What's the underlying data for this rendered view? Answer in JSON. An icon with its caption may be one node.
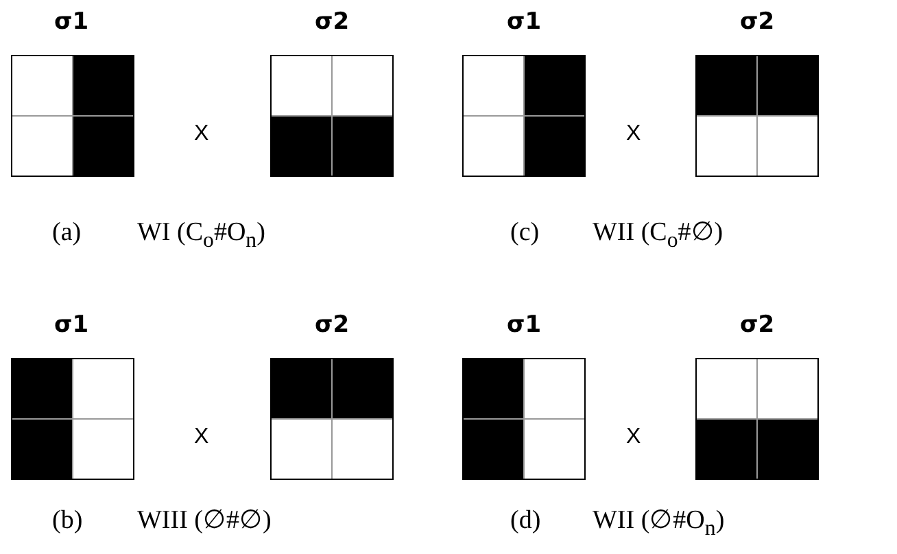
{
  "diagram": {
    "labels": [
      "σ1",
      "σ2",
      "σ1",
      "σ2",
      "X",
      "X",
      "(a)",
      "WI (C$_{o}$#O$_{n}$)",
      "(c)",
      "WII (C$_{o}$#∅)",
      "σ1",
      "σ2",
      "σ1",
      "σ2",
      "X",
      "X",
      "(b)",
      "WIII (∅#∅)",
      "(d)",
      "WII (∅#O$_{n}$)"
    ]
  }
}
